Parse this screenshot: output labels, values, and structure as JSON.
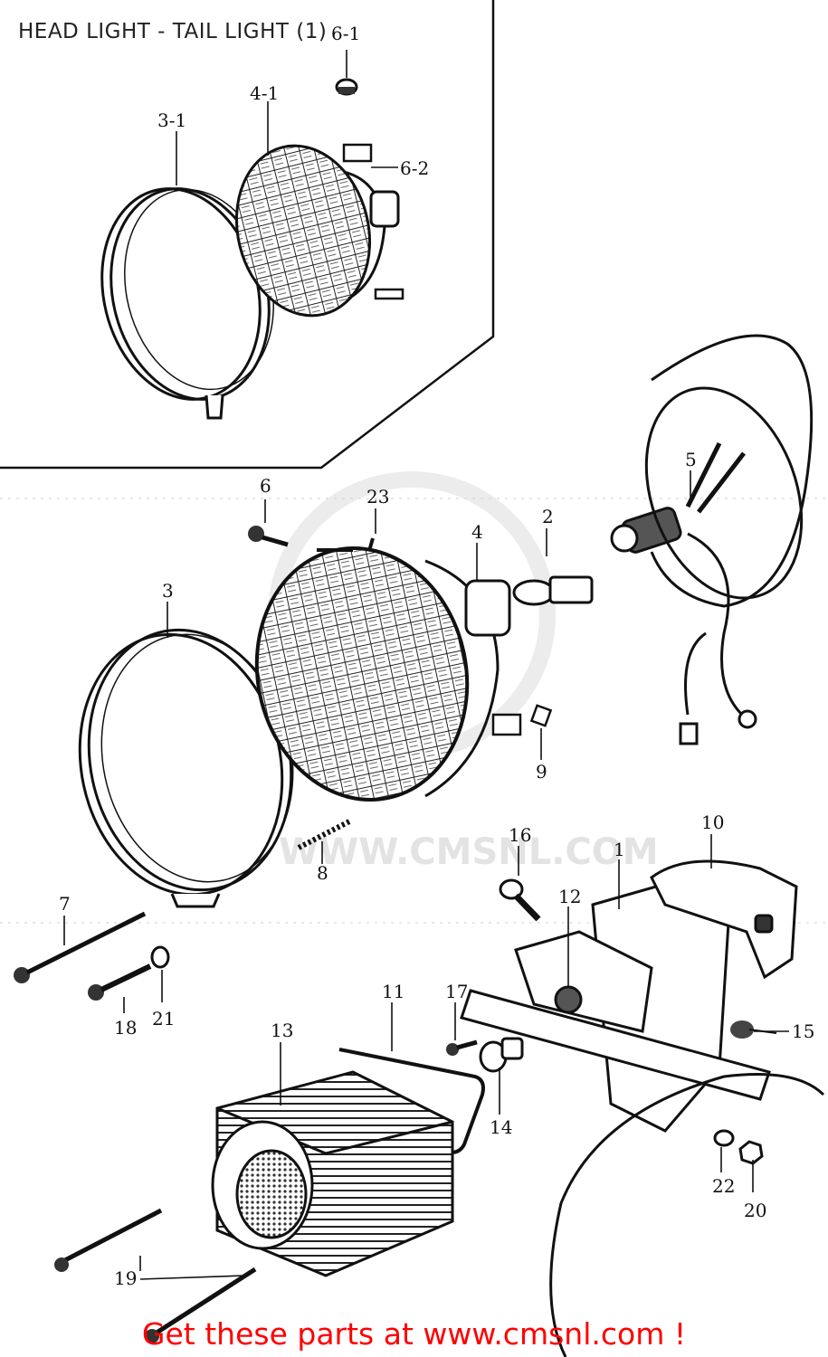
{
  "title": "HEAD LIGHT - TAIL LIGHT (1)",
  "watermark": "WWW.CMSNL.COM",
  "footer": "Get these parts at www.cmsnl.com !",
  "callouts": {
    "p6_1": "6-1",
    "p4_1": "4-1",
    "p3_1": "3-1",
    "p6_2": "6-2",
    "p5": "5",
    "p6": "6",
    "p23": "23",
    "p2": "2",
    "p4": "4",
    "p3": "3",
    "p9": "9",
    "p8": "8",
    "p16": "16",
    "p1": "1",
    "p10": "10",
    "p12": "12",
    "p7": "7",
    "p18": "18",
    "p21": "21",
    "p11": "11",
    "p17": "17",
    "p13": "13",
    "p15": "15",
    "p14": "14",
    "p22": "22",
    "p20": "20",
    "p19": "19"
  }
}
